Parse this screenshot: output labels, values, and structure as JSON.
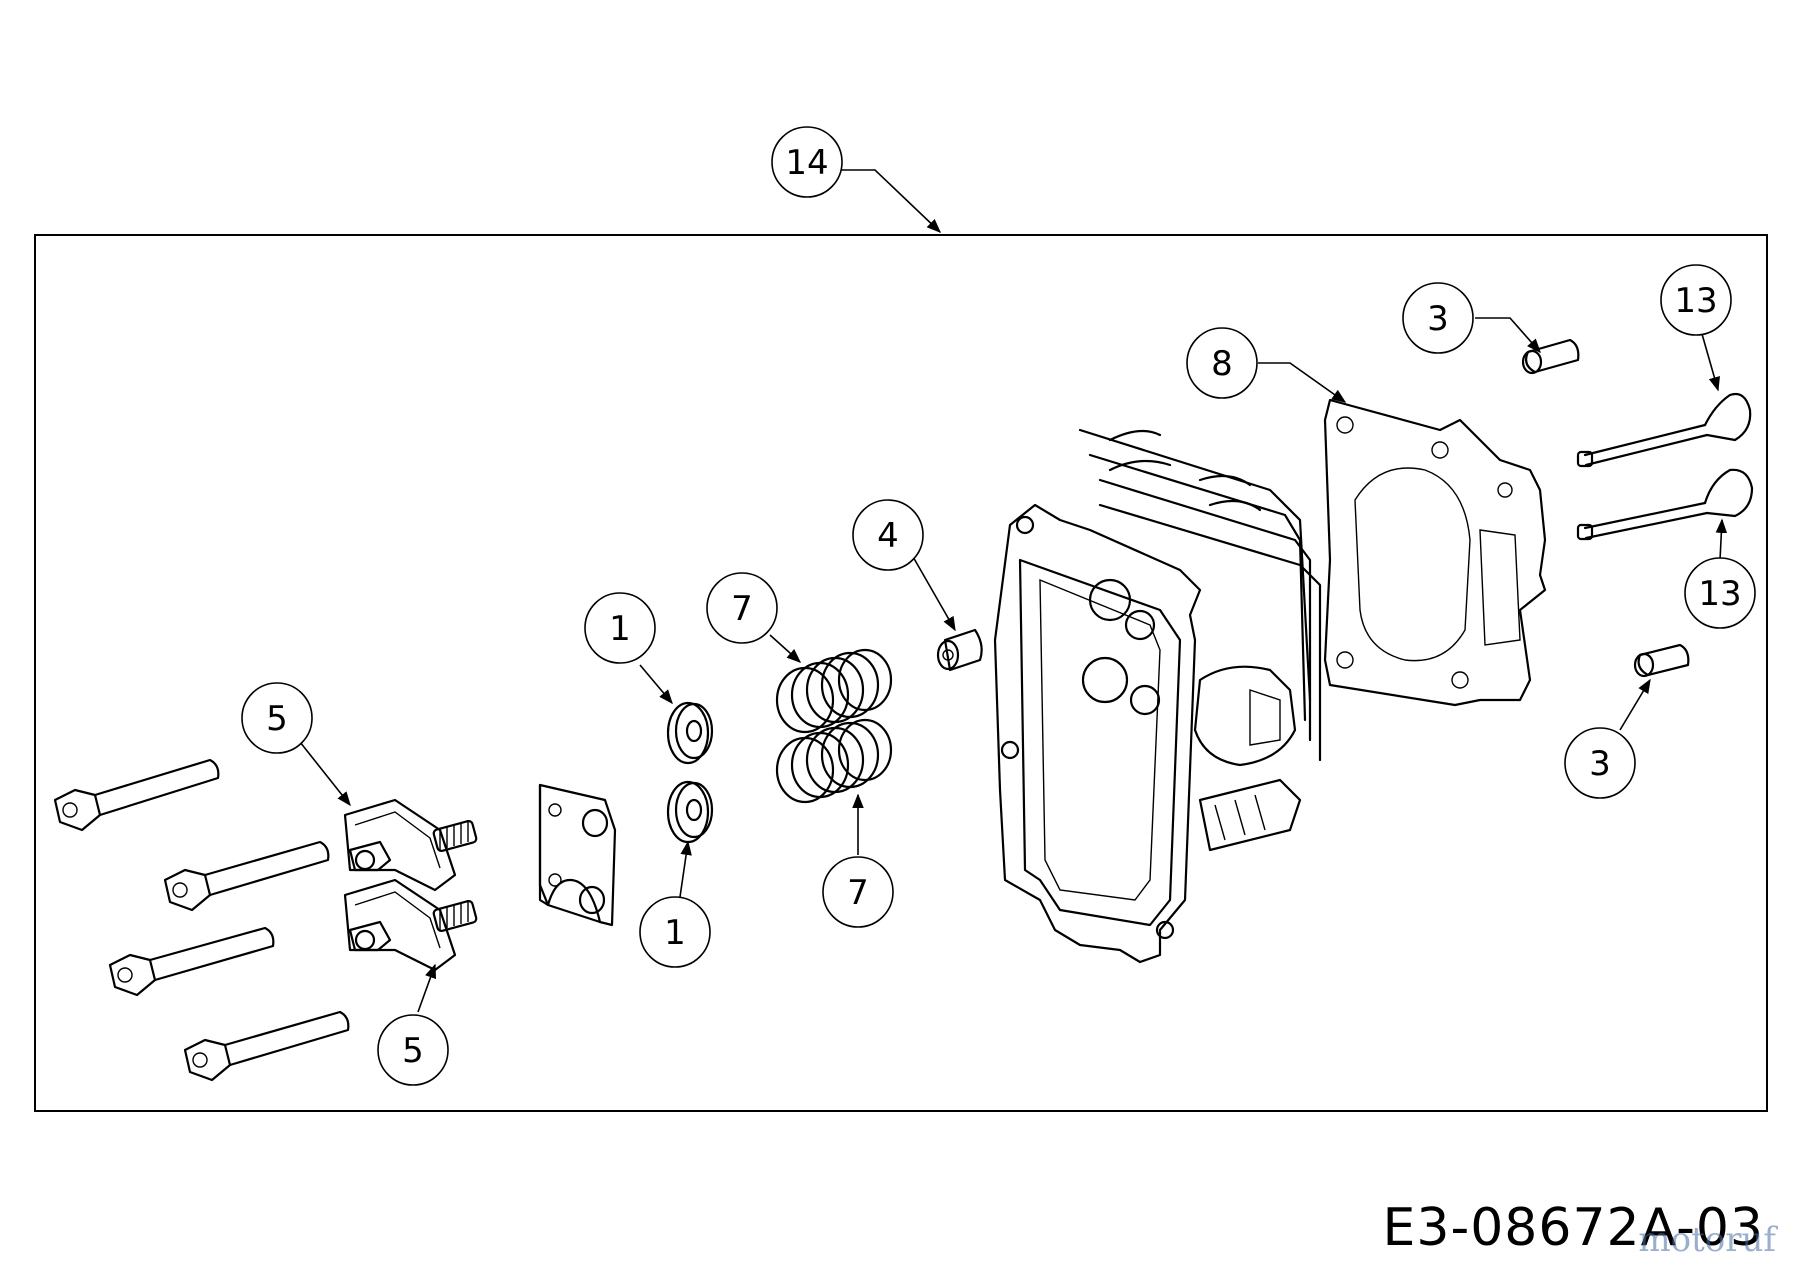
{
  "drawing_number": "E3-08672A-03",
  "watermark": "motoruf",
  "callouts": [
    {
      "id": "callout-14",
      "label": "14"
    },
    {
      "id": "callout-8",
      "label": "8"
    },
    {
      "id": "callout-3-top",
      "label": "3"
    },
    {
      "id": "callout-13-top",
      "label": "13"
    },
    {
      "id": "callout-13-bottom",
      "label": "13"
    },
    {
      "id": "callout-3-bottom",
      "label": "3"
    },
    {
      "id": "callout-4",
      "label": "4"
    },
    {
      "id": "callout-7-top",
      "label": "7"
    },
    {
      "id": "callout-7-bottom",
      "label": "7"
    },
    {
      "id": "callout-1-top",
      "label": "1"
    },
    {
      "id": "callout-1-bottom",
      "label": "1"
    },
    {
      "id": "callout-5-top",
      "label": "5"
    },
    {
      "id": "callout-5-bottom",
      "label": "5"
    }
  ]
}
